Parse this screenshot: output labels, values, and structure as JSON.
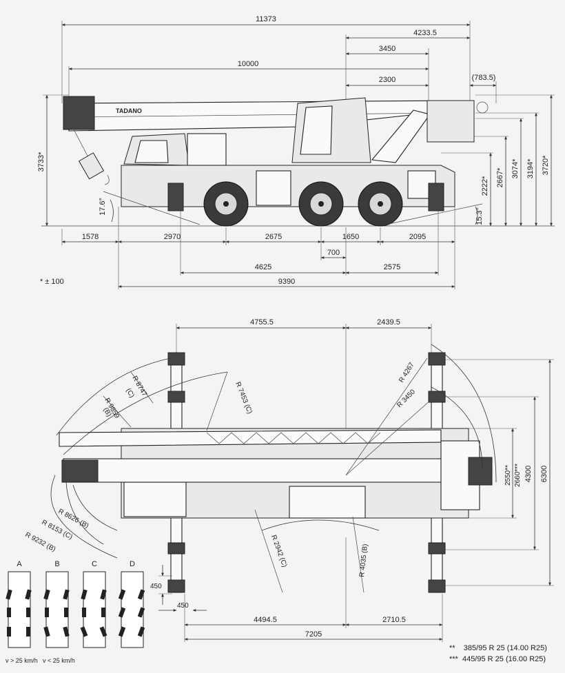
{
  "side_view": {
    "overall_length": "11373",
    "rear_to_slew_center_top": "4233.5",
    "rear_to_cab_center": "3450",
    "boom_length": "10000",
    "slew_offset": "2300",
    "rear_counterweight": "(783.5)",
    "height_total": "3733*",
    "height_boom_top": "3720*",
    "height_cab_top": "3194*",
    "height_cab_seat": "3074*",
    "height_deck": "2667*",
    "height_carrier": "2222*",
    "approach_angle": "17.6°",
    "departure_angle": "15.3°",
    "front_overhang": "1578",
    "axle_1_to_2": "2970",
    "axle_2_to_3": "2675",
    "axle_3_to_4": "1650",
    "rear_overhang": "2095",
    "axle_small_offset": "700",
    "front_wheelbase": "4625",
    "rear_wheelbase": "2575",
    "carrier_length": "9390",
    "tolerance_note": "* ± 100"
  },
  "top_view": {
    "front_outrigger_to_center": "4755.5",
    "center_to_rear_outrigger": "2439.5",
    "radius_front_c": "R 8747",
    "radius_front_c_tag": "(C)",
    "radius_front_b": "R 9859",
    "radius_front_b_tag": "(B)",
    "radius_cab_c": "R 7453 (C)",
    "radius_rear_1": "R 4267",
    "radius_rear_2": "R 3450",
    "radius_low_b1": "R 8626 (B)",
    "radius_low_c": "R 8153 (C)",
    "radius_low_b2": "R 9232 (B)",
    "radius_mid_c": "R 2942 (C)",
    "radius_mid_b": "R 4035 (B)",
    "width_tires_a": "2550**",
    "width_tires_b": "2660***",
    "outrigger_mid": "4300",
    "outrigger_full": "6300",
    "pad_size_v": "450",
    "pad_size_h": "450",
    "outrigger_front_span": "4494.5",
    "outrigger_rear_span": "2710.5",
    "outrigger_total": "7205"
  },
  "steering_modes": {
    "labels": [
      "A",
      "B",
      "C",
      "D"
    ],
    "note_fast": "v > 25 km/h",
    "note_slow": "v < 25 km/h"
  },
  "tire_notes": {
    "note_1": "**    385/95 R 25 (14.00 R25)",
    "note_2": "***  445/95 R 25 (16.00 R25)"
  },
  "brand": {
    "logo": "TADANO"
  }
}
